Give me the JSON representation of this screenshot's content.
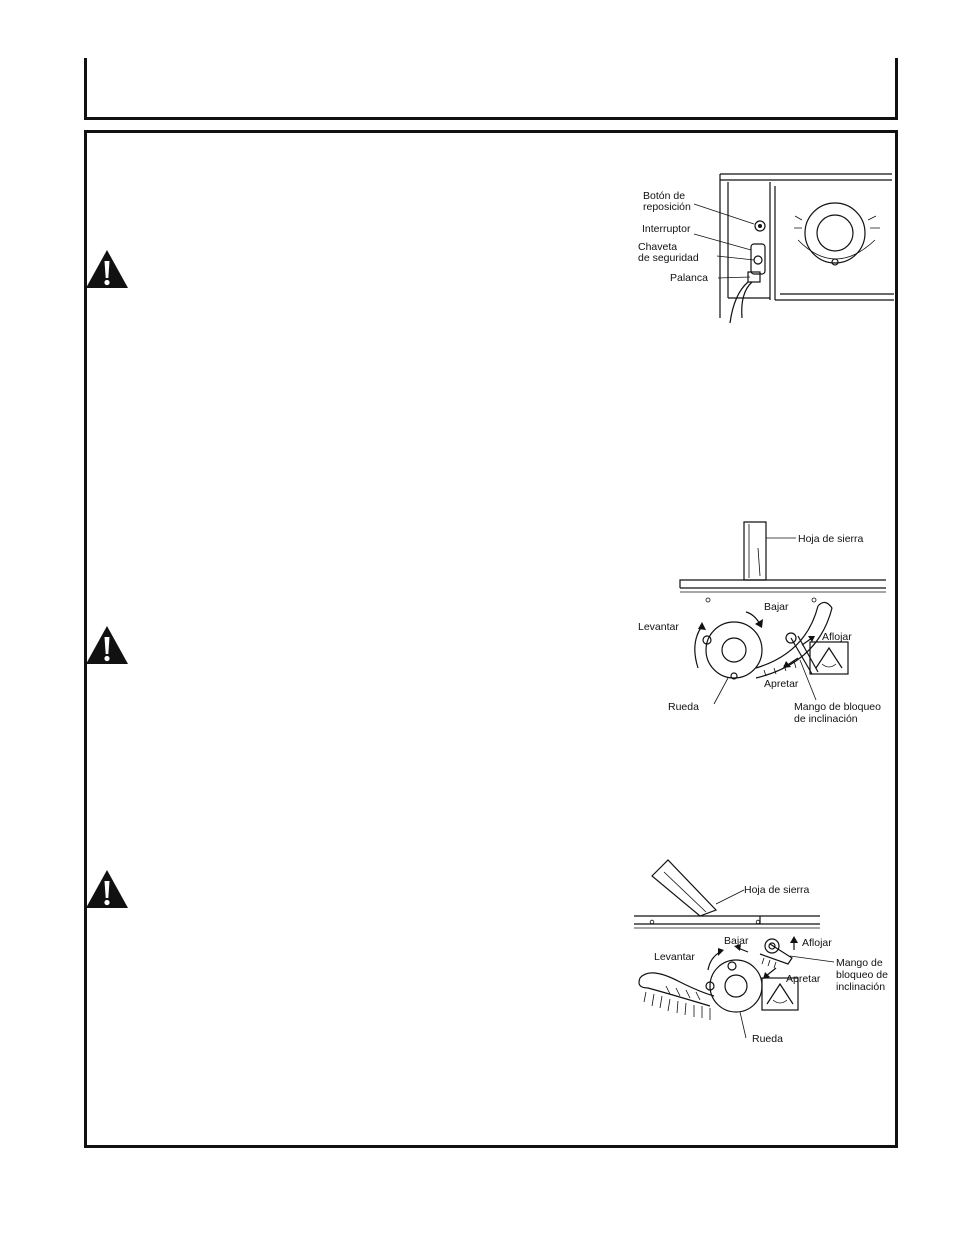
{
  "figures": {
    "switch": {
      "labels": {
        "reset_button_line1": "Botón de",
        "reset_button_line2": "reposición",
        "switch": "Interruptor",
        "safety_key_line1": "Chaveta",
        "safety_key_line2": "de seguridad",
        "lever": "Palanca"
      }
    },
    "raise_lower": {
      "labels": {
        "blade": "Hoja de sierra",
        "lower": "Bajar",
        "raise": "Levantar",
        "loosen": "Aflojar",
        "tighten": "Apretar",
        "wheel": "Rueda",
        "bevel_lock_line1": "Mango de bloqueo",
        "bevel_lock_line2": "de inclinación"
      }
    },
    "bevel": {
      "labels": {
        "blade": "Hoja de sierra",
        "lower": "Bajar",
        "loosen": "Aflojar",
        "bevel_lock_line1": "Mango de",
        "bevel_lock_line2": "bloqueo de",
        "bevel_lock_line3": "inclinación",
        "raise": "Levantar",
        "tighten": "Apretar",
        "wheel": "Rueda"
      }
    }
  }
}
